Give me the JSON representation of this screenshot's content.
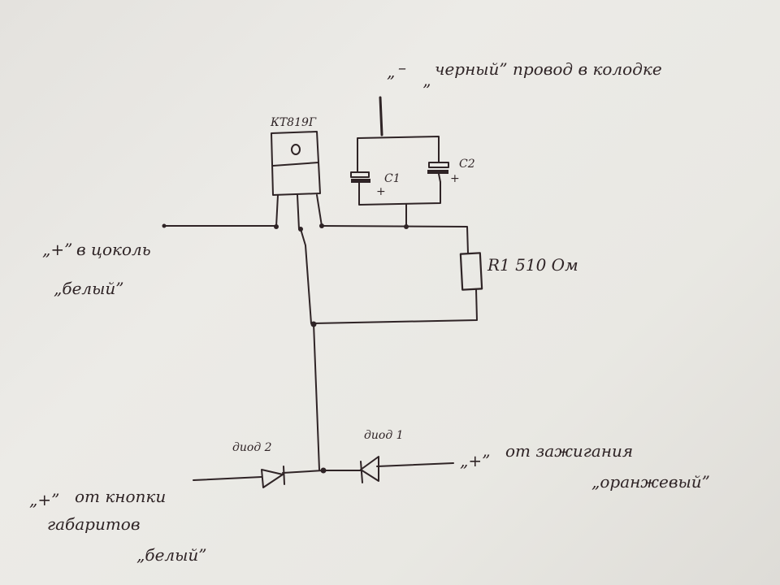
{
  "title_note": {
    "quote_open": "„",
    "sign": "–",
    "quote_close": "”",
    "text": "черный” провод в колодке",
    "extra_quote": "”"
  },
  "transistor": {
    "label": "КТ819Г"
  },
  "capacitors": [
    {
      "label": "C1",
      "polarity": "+"
    },
    {
      "label": "C2",
      "polarity": "+"
    }
  ],
  "resistor": {
    "label": "R1 510 Ом"
  },
  "left_input": {
    "quote": "„+”",
    "text": "в цоколь",
    "wire": "„белый”"
  },
  "diode1": {
    "label": "диод 1"
  },
  "diode2": {
    "label": "диод 2"
  },
  "ignition": {
    "quote": "„+”",
    "text": "от зажигания",
    "wire": "„оранжевый”"
  },
  "button": {
    "quote": "„+”",
    "line1": "от кнопки",
    "line2": "габаритов",
    "wire": "„белый”"
  },
  "ink_color": "#2f2426",
  "paper_color": "#e9e8e3"
}
